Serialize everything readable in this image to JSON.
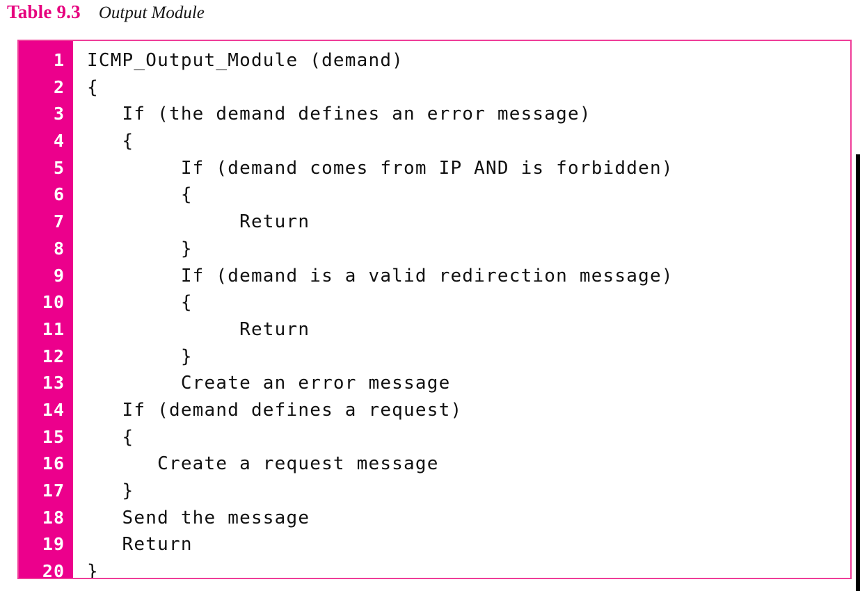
{
  "caption": {
    "table_label": "Table 9.3",
    "table_title": "Output Module",
    "label_color": "#e6007e"
  },
  "theme": {
    "gutter_bg": "#ec008c",
    "border_color": "#ef3d99",
    "code_bg": "#ffffff",
    "code_fg": "#111111",
    "gutter_fg": "#ffffff",
    "edge_strip_color": "#000000"
  },
  "listing": {
    "line_numbers": [
      "1",
      "2",
      "3",
      "4",
      "5",
      "6",
      "7",
      "8",
      "9",
      "10",
      "11",
      "12",
      "13",
      "14",
      "15",
      "16",
      "17",
      "18",
      "19",
      "20"
    ],
    "lines": [
      "ICMP_Output_Module (demand)",
      "{",
      "   If (the demand defines an error message)",
      "   {",
      "        If (demand comes from IP AND is forbidden)",
      "        {",
      "             Return",
      "        }",
      "        If (demand is a valid redirection message)",
      "        {",
      "             Return",
      "        }",
      "        Create an error message",
      "   If (demand defines a request)",
      "   {",
      "      Create a request message",
      "   }",
      "   Send the message",
      "   Return",
      "}"
    ]
  }
}
